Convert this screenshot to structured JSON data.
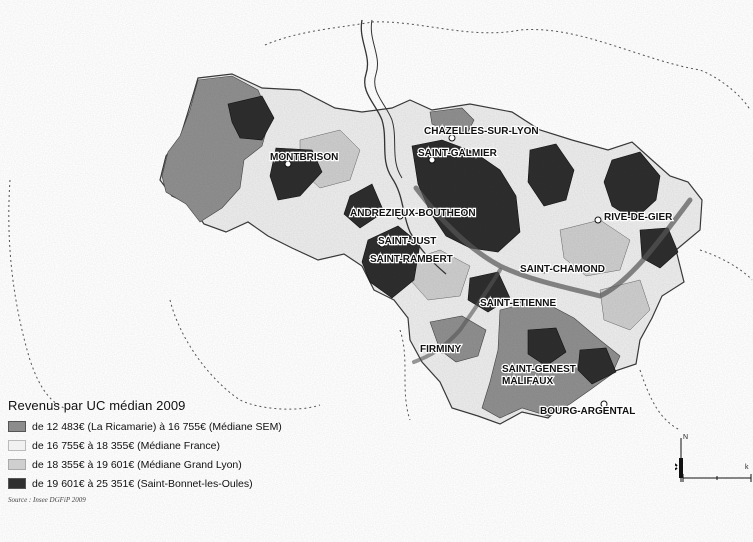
{
  "towns": [
    {
      "id": "chazelles",
      "label": "CHAZELLES-SUR-LYON"
    },
    {
      "id": "montbrison",
      "label": "MONTBRISON"
    },
    {
      "id": "saint-galmier",
      "label": "SAINT-GALMIER"
    },
    {
      "id": "andrezieux",
      "label": "ANDREZIEUX-BOUTHEON"
    },
    {
      "id": "rive-de-gier",
      "label": "RIVE-DE-GIER"
    },
    {
      "id": "saint-just",
      "label": "SAINT-JUST"
    },
    {
      "id": "saint-rambert",
      "label": "SAINT-RAMBERT"
    },
    {
      "id": "saint-chamond",
      "label": "SAINT-CHAMOND"
    },
    {
      "id": "saint-etienne",
      "label": "SAINT-ETIENNE"
    },
    {
      "id": "firminy",
      "label": "FIRMINY"
    },
    {
      "id": "saint-genest",
      "label": "SAINT-GENEST"
    },
    {
      "id": "malifaux",
      "label": "MALIFAUX"
    },
    {
      "id": "bourg-argental",
      "label": "BOURG-ARGENTAL"
    }
  ],
  "legend": {
    "title": "Revenus par UC médian 2009",
    "items": [
      {
        "label": "de 12 483€ (La Ricamarie) à 16 755€ (Médiane SEM)",
        "color": "#8c8c8c"
      },
      {
        "label": "de 16 755€ à 18 355€ (Médiane France)",
        "color": "#f1f1f1"
      },
      {
        "label": "de 18 355€ à 19 601€ (Médiane Grand Lyon)",
        "color": "#cfcfcf"
      },
      {
        "label": "de 19 601€ à 25 351€ (Saint-Bonnet-les-Oules)",
        "color": "#2f2f2f"
      }
    ],
    "source": "Source : Insee DGFiP 2009"
  },
  "compass": {
    "north_letter": "N"
  },
  "scale": {
    "end_letter": "k"
  }
}
